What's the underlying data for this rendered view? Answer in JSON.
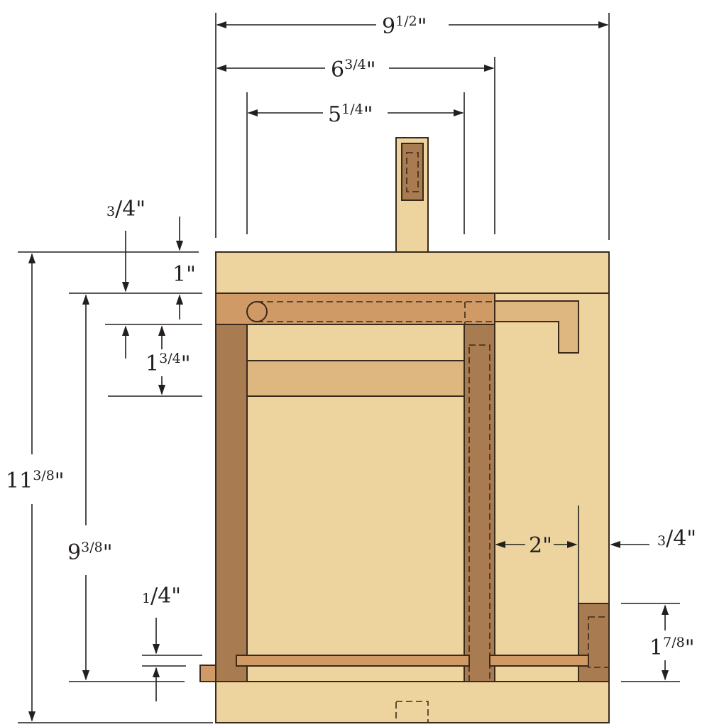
{
  "colors": {
    "light_wood": "#edd49e",
    "mid_wood": "#ddb77f",
    "rail_wood": "#cf9a66",
    "dark_wood": "#a97b50",
    "line": "#231f20"
  },
  "dimensions": {
    "overall_width": {
      "whole": "9",
      "num": "1",
      "den": "2"
    },
    "outer_width": {
      "whole": "6",
      "num": "3",
      "den": "4"
    },
    "inner_width": {
      "whole": "5",
      "num": "1",
      "den": "4"
    },
    "top_offset": {
      "whole": "",
      "num": "3",
      "den": "4"
    },
    "top_band": {
      "whole": "1",
      "num": "",
      "den": ""
    },
    "rail_spacing": {
      "whole": "1",
      "num": "3",
      "den": "4"
    },
    "overall_height": {
      "whole": "11",
      "num": "3",
      "den": "8"
    },
    "inner_height": {
      "whole": "9",
      "num": "3",
      "den": "8"
    },
    "shelf_offset": {
      "whole": "",
      "num": "1",
      "den": "4"
    },
    "gap": {
      "whole": "2",
      "num": "",
      "den": ""
    },
    "side_thickness": {
      "whole": "",
      "num": "3",
      "den": "4"
    },
    "block_height": {
      "whole": "1",
      "num": "7",
      "den": "8"
    }
  },
  "inch_mark": "\"",
  "slash": "/"
}
